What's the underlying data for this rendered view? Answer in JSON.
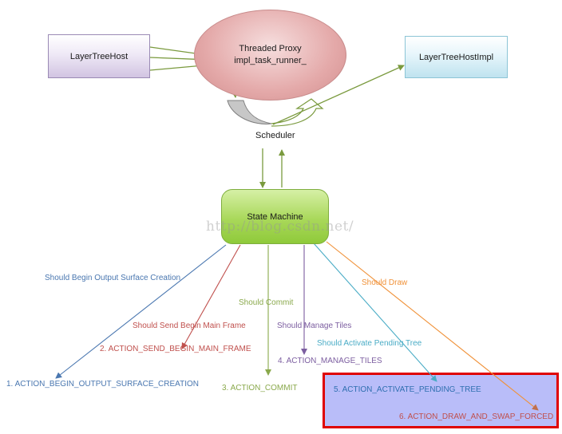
{
  "nodes": {
    "layer_tree_host": "LayerTreeHost",
    "proxy_line1": "Threaded Proxy",
    "proxy_line2": "impl_task_runner_",
    "layer_tree_host_impl": "LayerTreeHostImpl",
    "scheduler": "Scheduler",
    "state_machine": "State Machine"
  },
  "watermark": "http://blog.csdn.net/",
  "conditions": {
    "output_surface": "Should Begin Output Surface Creation",
    "begin_main_frame": "Should Send Begin Main Frame",
    "commit": "Should Commit",
    "manage_tiles": "Should Manage Tiles",
    "activate_pending": "Should Activate Pending Tree",
    "draw": "Should Draw"
  },
  "actions": {
    "a1": "1. ACTION_BEGIN_OUTPUT_SURFACE_CREATION",
    "a2": "2. ACTION_SEND_BEGIN_MAIN_FRAME",
    "a3": "3. ACTION_COMMIT",
    "a4": "4. ACTION_MANAGE_TILES",
    "a5": "5. ACTION_ACTIVATE_PENDING_TREE",
    "a6": "6. ACTION_DRAW_AND_SWAP_FORCED"
  },
  "colors": {
    "blue": "#4a77b0",
    "red": "#c0504d",
    "green": "#8aa94c",
    "purple": "#7c5ea0",
    "cyan": "#4aacc6",
    "orange": "#f09138",
    "highlight_fill": "#b9bdf9",
    "highlight_border": "#e00000"
  }
}
